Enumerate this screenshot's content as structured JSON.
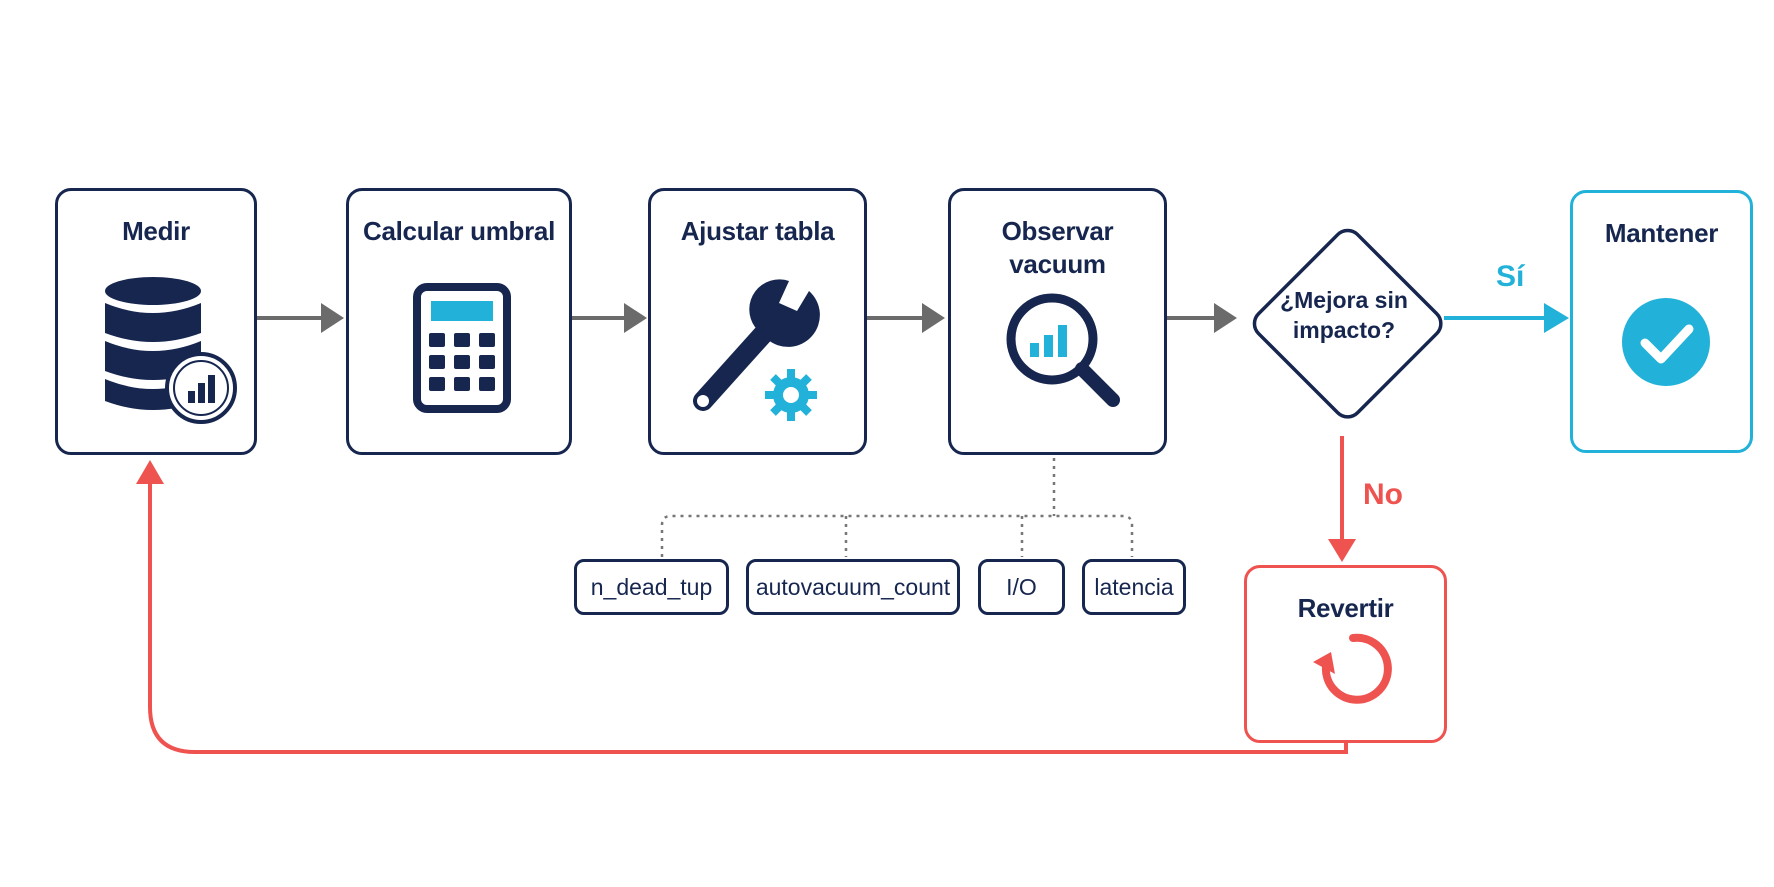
{
  "steps": {
    "medir": "Medir",
    "calcular": "Calcular umbral",
    "ajustar": "Ajustar tabla",
    "observar": "Observar vacuum",
    "mantener": "Mantener",
    "revertir": "Revertir"
  },
  "decision": "¿Mejora sin impacto?",
  "branches": {
    "yes": "Sí",
    "no": "No"
  },
  "metrics": [
    "n_dead_tup",
    "autovacuum_count",
    "I/O",
    "latencia"
  ],
  "icons": {
    "medir": "database-chart-icon",
    "calcular": "calculator-icon",
    "ajustar": "wrench-gear-icon",
    "observar": "magnifier-chart-icon",
    "mantener": "check-circle-icon",
    "revertir": "undo-icon"
  },
  "colors": {
    "navy": "#16264f",
    "accent": "#22b1d8",
    "loop": "#ef5350",
    "arrow": "#6b6b6b"
  }
}
